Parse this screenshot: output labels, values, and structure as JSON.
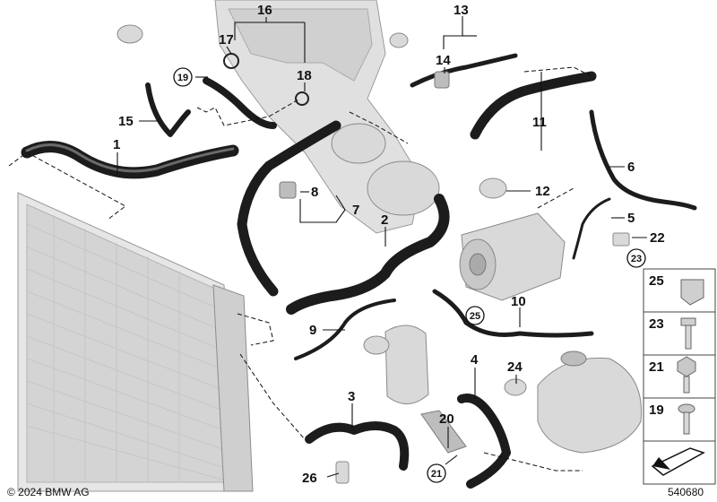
{
  "callouts": [
    {
      "id": "c1",
      "label": "1"
    },
    {
      "id": "c2",
      "label": "2"
    },
    {
      "id": "c3",
      "label": "3"
    },
    {
      "id": "c4",
      "label": "4"
    },
    {
      "id": "c5",
      "label": "5"
    },
    {
      "id": "c6",
      "label": "6"
    },
    {
      "id": "c7",
      "label": "7"
    },
    {
      "id": "c8",
      "label": "8"
    },
    {
      "id": "c9",
      "label": "9"
    },
    {
      "id": "c10",
      "label": "10"
    },
    {
      "id": "c11",
      "label": "11"
    },
    {
      "id": "c12",
      "label": "12"
    },
    {
      "id": "c13",
      "label": "13"
    },
    {
      "id": "c14",
      "label": "14"
    },
    {
      "id": "c15",
      "label": "15"
    },
    {
      "id": "c16",
      "label": "16"
    },
    {
      "id": "c17",
      "label": "17"
    },
    {
      "id": "c18",
      "label": "18"
    },
    {
      "id": "c19",
      "label": "19"
    },
    {
      "id": "c20",
      "label": "20"
    },
    {
      "id": "c21",
      "label": "21"
    },
    {
      "id": "c22",
      "label": "22"
    },
    {
      "id": "c23",
      "label": "23"
    },
    {
      "id": "c25",
      "label": "25"
    },
    {
      "id": "c24",
      "label": "24"
    },
    {
      "id": "c26",
      "label": "26"
    }
  ],
  "circled": {
    "c19": "19",
    "c23": "23",
    "c25": "25",
    "c21": "21"
  },
  "legend": {
    "i25": "25",
    "i23": "23",
    "i21": "21",
    "i19": "19"
  },
  "footer": {
    "copyright": "© 2024 BMW AG",
    "diagram_number": "540680"
  }
}
